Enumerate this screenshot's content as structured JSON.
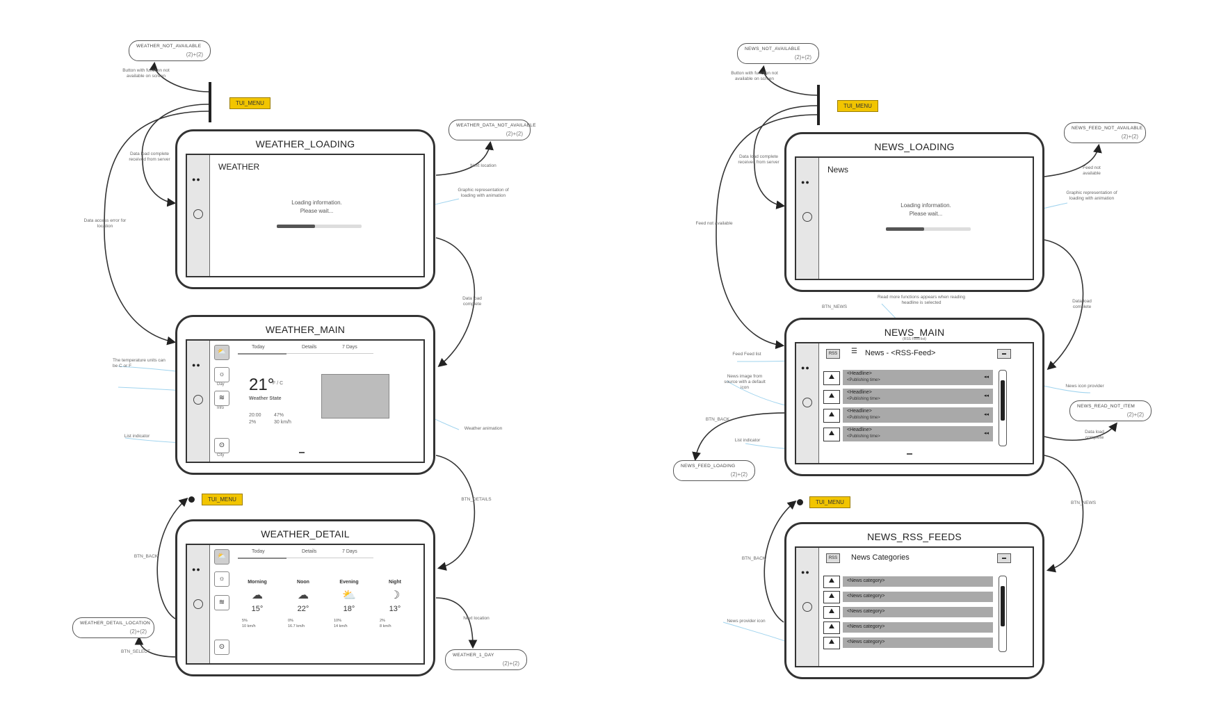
{
  "events": {
    "weather_top": "TUI_MENU",
    "weather_bottom": "TUI_MENU",
    "news_top": "TUI_MENU",
    "news_bottom": "TUI_MENU"
  },
  "externals": {
    "weather_not_available": {
      "name": "WEATHER_NOT_AVAILABLE",
      "keys": "(2)+(2)"
    },
    "weather_data_not_available": {
      "name": "WEATHER_DATA_NOT_AVAILABLE",
      "keys": "(2)+(2)"
    },
    "weather_detail_location": {
      "name": "WEATHER_DETAIL_LOCATION",
      "keys": "(2)+(2)"
    },
    "weather_1_day": {
      "name": "WEATHER_1_DAY",
      "keys": "(2)+(2)"
    },
    "news_not_available": {
      "name": "NEWS_NOT_AVAILABLE",
      "keys": "(2)+(2)"
    },
    "news_feed_not_available": {
      "name": "NEWS_FEED_NOT_AVAILABLE",
      "keys": "(2)+(2)"
    },
    "news_read_not_item": {
      "name": "NEWS_READ_NOT_ITEM",
      "keys": "(2)+(2)"
    },
    "news_feed_loading": {
      "name": "NEWS_FEED_LOADING",
      "keys": "(2)+(2)"
    }
  },
  "weather_loading": {
    "title": "WEATHER_LOADING",
    "header": "WEATHER",
    "message_line1": "Loading information.",
    "message_line2": "Please wait...",
    "progress": 0.45
  },
  "weather_main": {
    "title": "WEATHER_MAIN",
    "tabs": [
      "Today",
      "Details",
      "7 Days"
    ],
    "temperature": "21°",
    "unit": "F / C",
    "condition": "Weather State",
    "meta": [
      "20:00",
      "47%",
      "2%",
      "30 km/h"
    ],
    "side_labels": [
      "City",
      "Day",
      "Info"
    ]
  },
  "weather_detail": {
    "title": "WEATHER_DETAIL",
    "tabs": [
      "Today",
      "Details",
      "7 Days"
    ],
    "periods": [
      {
        "name": "Morning",
        "temp": "15°",
        "icon": "cloud-icon",
        "meta1": "5%",
        "meta2": "10 km/h"
      },
      {
        "name": "Noon",
        "temp": "22°",
        "icon": "cloud-icon",
        "meta1": "0%",
        "meta2": "16.7 km/h"
      },
      {
        "name": "Evening",
        "temp": "18°",
        "icon": "sun-cloud-icon",
        "meta1": "10%",
        "meta2": "14 km/h"
      },
      {
        "name": "Night",
        "temp": "13°",
        "icon": "moon-icon",
        "meta1": "2%",
        "meta2": "8 km/h"
      }
    ]
  },
  "news_loading": {
    "title": "NEWS_LOADING",
    "header": "News",
    "message_line1": "Loading information.",
    "message_line2": "Please wait...",
    "progress": 0.45
  },
  "news_main": {
    "title": "NEWS_MAIN",
    "subtitle": "(RSS Feed list)",
    "header": "News - <RSS-Feed>",
    "rows": [
      {
        "headline": "<Headline>",
        "sub": "<Publishing time>"
      },
      {
        "headline": "<Headline>",
        "sub": "<Publishing time>"
      },
      {
        "headline": "<Headline>",
        "sub": "<Publishing time>"
      },
      {
        "headline": "<Headline>",
        "sub": "<Publishing time>"
      }
    ]
  },
  "news_rss_feeds": {
    "title": "NEWS_RSS_FEEDS",
    "header": "News Categories",
    "rows": [
      "<News category>",
      "<News category>",
      "<News category>",
      "<News category>",
      "<News category>"
    ]
  },
  "notes": {
    "w_n1": "Button with function not available on screen",
    "w_n2": "Data load complete received from server",
    "w_n3": "Data access error for location",
    "w_n4": "Graphic representation of loading with animation",
    "w_n5": "Data load complete",
    "w_n6": "The temperature units can be C or F",
    "w_n7": "List indicator",
    "w_n8": "Weather animation",
    "w_n9": "BTN_DETAILS",
    "w_n10": "BTN_BACK",
    "w_n11": "BTN_SELECT",
    "w_n12": "Next location",
    "n_n1": "Button with function not available on screen",
    "n_n2": "Data load complete received from server",
    "n_n3": "Feed not available",
    "n_n4": "Graphic representation of loading with animation",
    "n_n5": "Data load complete",
    "n_n6": "Feed Feed list",
    "n_n7": "News image from source with a default icon",
    "n_n8": "List indicator",
    "n_n9": "News icon provider",
    "n_n10": "BTN_BACK",
    "n_n11": "BTN_NEWS",
    "n_n12": "News provider icon",
    "n_n13": "Read more functions appears when reading headline is selected"
  },
  "colors": {
    "event": "#f2c500",
    "hint_line": "#9fd3ee",
    "line": "#333333"
  }
}
